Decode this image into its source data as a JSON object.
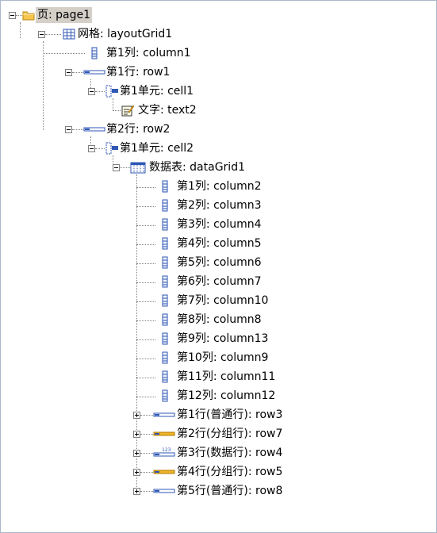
{
  "tree": {
    "nodes": [
      {
        "label": "页: page1",
        "icon": "folder-icon",
        "expander": "minus",
        "selected": true
      },
      {
        "label": "网格: layoutGrid1",
        "icon": "grid-icon",
        "expander": "minus"
      },
      {
        "label": "第1列: column1",
        "icon": "column-icon",
        "expander": "none"
      },
      {
        "label": "第1行: row1",
        "icon": "row-icon",
        "expander": "minus"
      },
      {
        "label": "第1单元: cell1",
        "icon": "cell-icon",
        "expander": "minus"
      },
      {
        "label": "文字: text2",
        "icon": "text-edit-icon",
        "expander": "none"
      },
      {
        "label": "第2行: row2",
        "icon": "row-icon",
        "expander": "minus"
      },
      {
        "label": "第1单元: cell2",
        "icon": "cell-icon",
        "expander": "minus"
      },
      {
        "label": "数据表: dataGrid1",
        "icon": "datagrid-icon",
        "expander": "minus"
      },
      {
        "label": "第1列: column2",
        "icon": "column-icon",
        "expander": "none"
      },
      {
        "label": "第2列: column3",
        "icon": "column-icon",
        "expander": "none"
      },
      {
        "label": "第3列: column4",
        "icon": "column-icon",
        "expander": "none"
      },
      {
        "label": "第4列: column5",
        "icon": "column-icon",
        "expander": "none"
      },
      {
        "label": "第5列: column6",
        "icon": "column-icon",
        "expander": "none"
      },
      {
        "label": "第6列: column7",
        "icon": "column-icon",
        "expander": "none"
      },
      {
        "label": "第7列: column10",
        "icon": "column-icon",
        "expander": "none"
      },
      {
        "label": "第8列: column8",
        "icon": "column-icon",
        "expander": "none"
      },
      {
        "label": "第9列: column13",
        "icon": "column-icon",
        "expander": "none"
      },
      {
        "label": "第10列: column9",
        "icon": "column-icon",
        "expander": "none"
      },
      {
        "label": "第11列: column11",
        "icon": "column-icon",
        "expander": "none"
      },
      {
        "label": "第12列: column12",
        "icon": "column-icon",
        "expander": "none"
      },
      {
        "label": "第1行(普通行): row3",
        "icon": "row-icon",
        "expander": "plus"
      },
      {
        "label": "第2行(分组行): row7",
        "icon": "group-row-icon",
        "expander": "plus"
      },
      {
        "label": "第3行(数据行): row4",
        "icon": "data-row-icon",
        "expander": "plus"
      },
      {
        "label": "第4行(分组行): row5",
        "icon": "group-row-icon",
        "expander": "plus"
      },
      {
        "label": "第5行(普通行): row8",
        "icon": "row-icon",
        "expander": "plus"
      }
    ]
  },
  "colors": {
    "panel_border": "#a9b8c8",
    "selection": "#d4d0c8",
    "folder": "#f6c64e",
    "row_blue": "#2f57b5",
    "group_gold": "#f0b429"
  }
}
